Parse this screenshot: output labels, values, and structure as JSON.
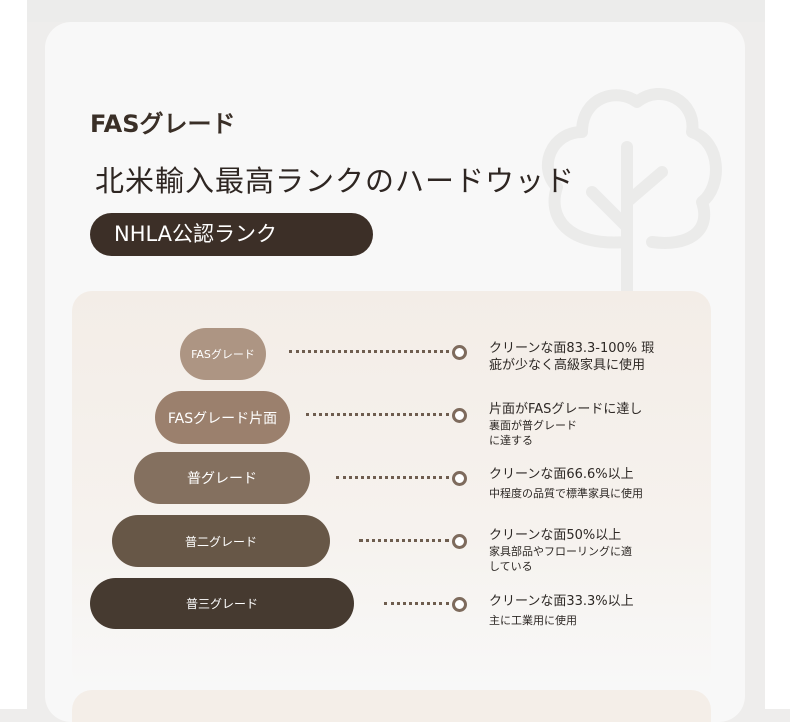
{
  "header": {
    "brand_title": "FASグレード",
    "headline": "北米輸入最高ランクのハードウッド",
    "badge": "NHLA公認ランク"
  },
  "tiers": [
    {
      "label": "FASグレード",
      "color": "#ad9583",
      "desc": [
        "クリーンな面83.3-100% 瑕",
        "疵が少なく高級家具に使用"
      ]
    },
    {
      "label": "FASグレード片面",
      "color": "#9b806d",
      "desc": [
        "片面がFASグレードに達し",
        "裏面が普グレード",
        "に達する"
      ]
    },
    {
      "label": "普グレード",
      "color": "#84705f",
      "desc": [
        "クリーンな面66.6%以上",
        "中程度の品質で標準家具に使用"
      ]
    },
    {
      "label": "普二グレード",
      "color": "#675747",
      "desc": [
        "クリーンな面50%以上",
        "家具部品やフローリングに適",
        "している"
      ]
    },
    {
      "label": "普三グレード",
      "color": "#463a30",
      "desc": [
        "クリーンな面33.3%以上",
        "主に工業用に使用"
      ]
    }
  ],
  "colors": {
    "accent_dark": "#3c2f27",
    "card_bg": "#f8f8f8",
    "panel_bg": "#f3ede7"
  },
  "icons": {
    "background": "tree-icon",
    "connector_end": "ring-icon"
  }
}
